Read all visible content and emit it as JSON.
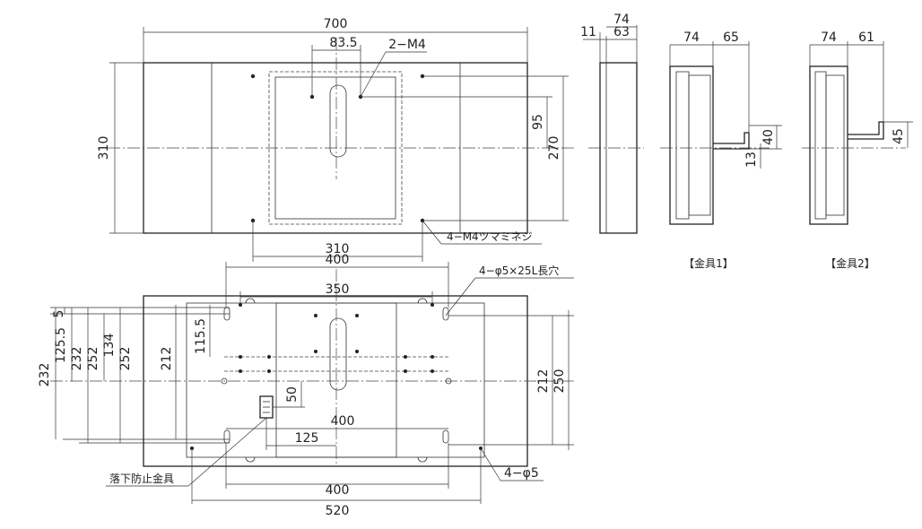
{
  "front_view": {
    "width": "700",
    "height": "310",
    "offset_top": "83.5",
    "screw_top": "2−M4",
    "dim_95": "95",
    "dim_270": "270",
    "dim_310_bottom": "310",
    "screw_knob": "4−M4ツマミネジ"
  },
  "side_view": {
    "dim_11": "11",
    "dim_74": "74",
    "dim_63": "63"
  },
  "bracket1": {
    "dim_74": "74",
    "dim_65": "65",
    "dim_40": "40",
    "dim_13": "13",
    "label": "【金具1】"
  },
  "bracket2": {
    "dim_74": "74",
    "dim_61": "61",
    "dim_45": "45",
    "label": "【金具2】"
  },
  "back_view": {
    "dim_400_top": "400",
    "dim_350": "350",
    "slot_holes": "4−φ5×25L長穴",
    "dim_5": "5",
    "dim_125_5": "125.5",
    "dim_232": "232",
    "dim_252": "252",
    "dim_134": "134",
    "dim_212_left": "212",
    "dim_115_5": "115.5",
    "dim_50": "50",
    "dim_400_mid": "400",
    "dim_125": "125",
    "dim_400_bottom": "400",
    "dim_520": "520",
    "dim_212_right": "212",
    "dim_250": "250",
    "fall_prevention": "落下防止金具",
    "holes_5": "4−φ5"
  }
}
